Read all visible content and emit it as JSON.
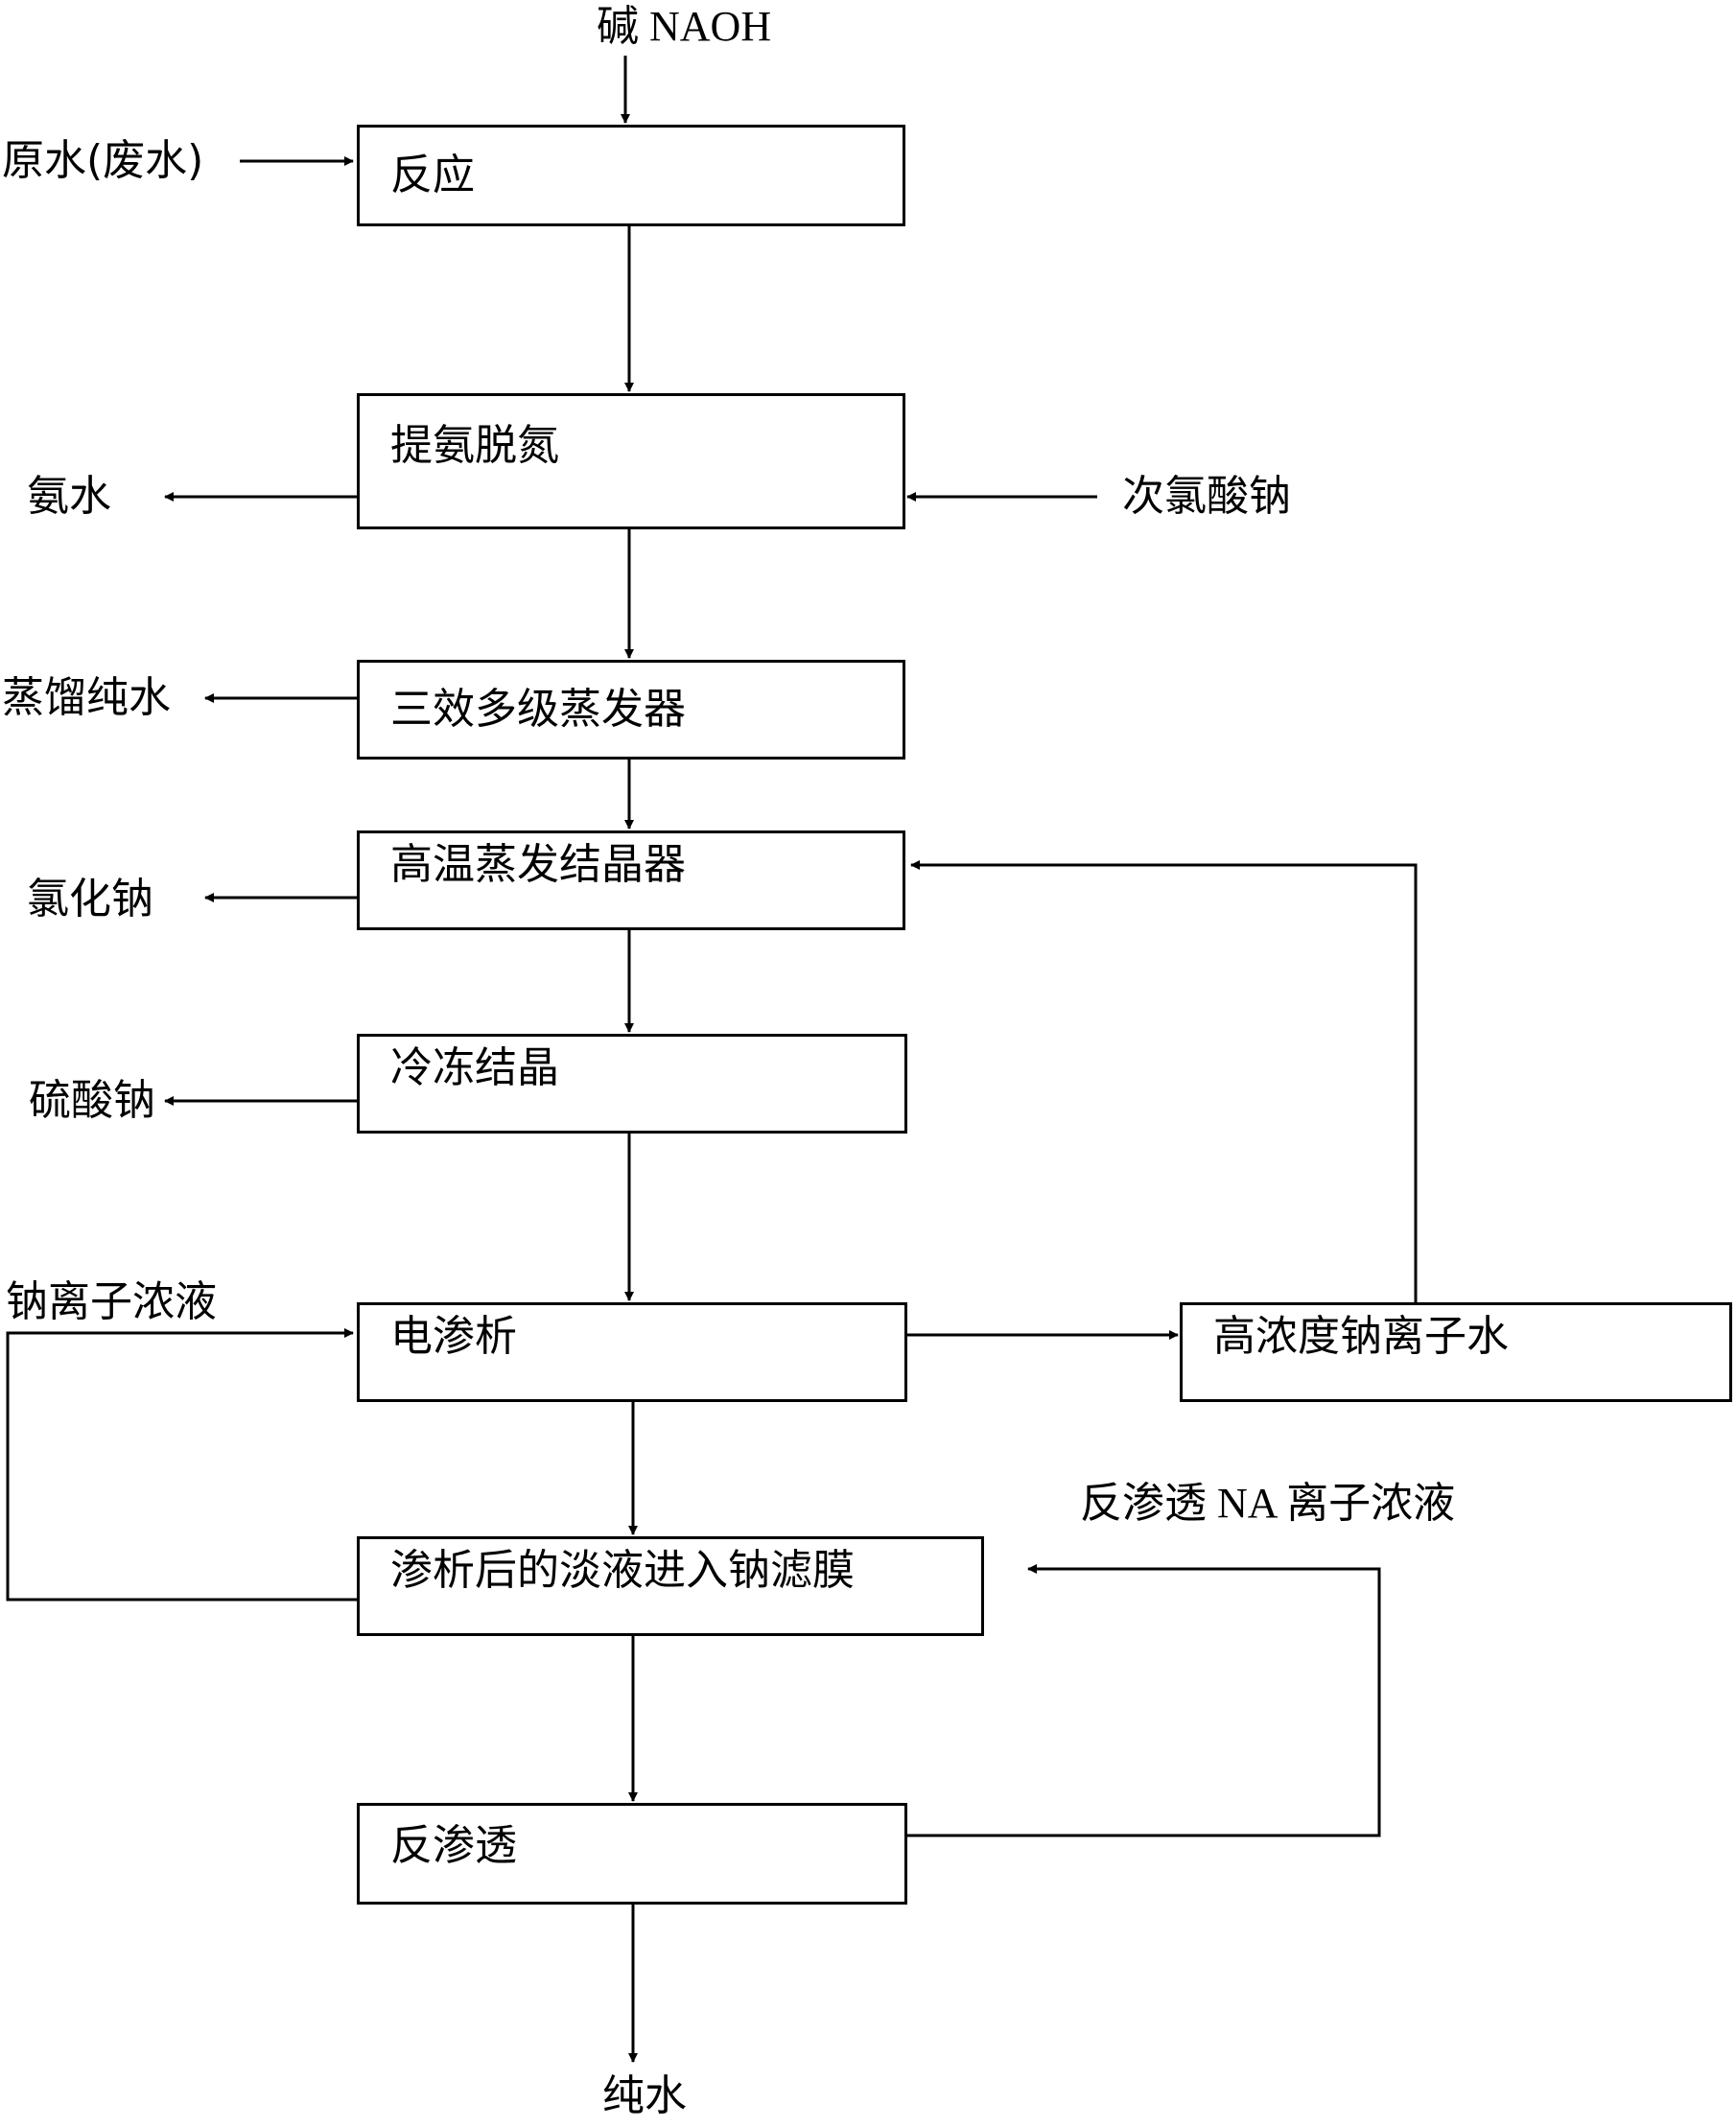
{
  "diagram": {
    "inputs": {
      "alkali": "碱 NAOH",
      "raw_water": "原水(废水)",
      "sodium_hypochlorite": "次氯酸钠",
      "sodium_ion_concentrate": "钠离子浓液",
      "ro_na_ion_concentrate": "反渗透 NA 离子浓液"
    },
    "steps": {
      "reaction": "反应",
      "ammonia_stripping": "提氨脱氮",
      "triple_effect_evaporator": "三效多级蒸发器",
      "high_temp_crystallizer": "高温蒸发结晶器",
      "freeze_crystallization": "冷冻结晶",
      "electrodialysis": "电渗析",
      "nanofiltration": "渗析后的淡液进入钠滤膜",
      "reverse_osmosis": "反渗透",
      "high_conc_sodium_water": "高浓度钠离子水"
    },
    "outputs": {
      "ammonia_water": "氨水",
      "distilled_water": "蒸馏纯水",
      "sodium_chloride": "氯化钠",
      "sodium_sulfate": "硫酸钠",
      "pure_water": "纯水"
    }
  }
}
